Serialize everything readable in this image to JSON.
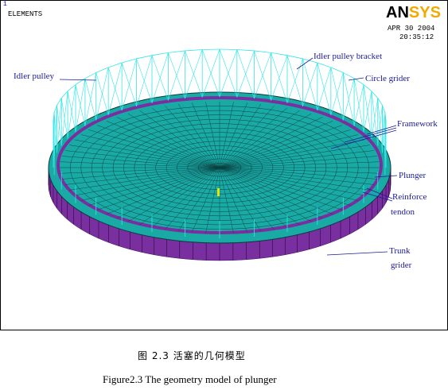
{
  "window": {
    "corner_index": "1",
    "title": "ELEMENTS",
    "date": "APR 30 2004",
    "time": "20:35:12",
    "logo": {
      "part1": "AN",
      "part2": "SYS",
      "color1": "#000000",
      "color2": "#f2a900"
    }
  },
  "annotations": {
    "idler_pulley": "Idler pulley",
    "idler_pulley_bracket": "Idler pulley bracket",
    "circle_grider": "Circle grider",
    "framework": "Framework",
    "plunger": "Plunger",
    "reinforce": "Reinforce",
    "tendon": "tendon",
    "trunk": "Trunk",
    "trunk_grider": "grider"
  },
  "colors": {
    "mesh": "#1aaaa6",
    "frame_lines": "#33e6e6",
    "ring": "#7a2fa0",
    "annotation": "#1a1a9a"
  },
  "captions": {
    "chinese": "图 2.3  活塞的几何模型",
    "english": "Figure2.3 The geometry model of plunger"
  }
}
